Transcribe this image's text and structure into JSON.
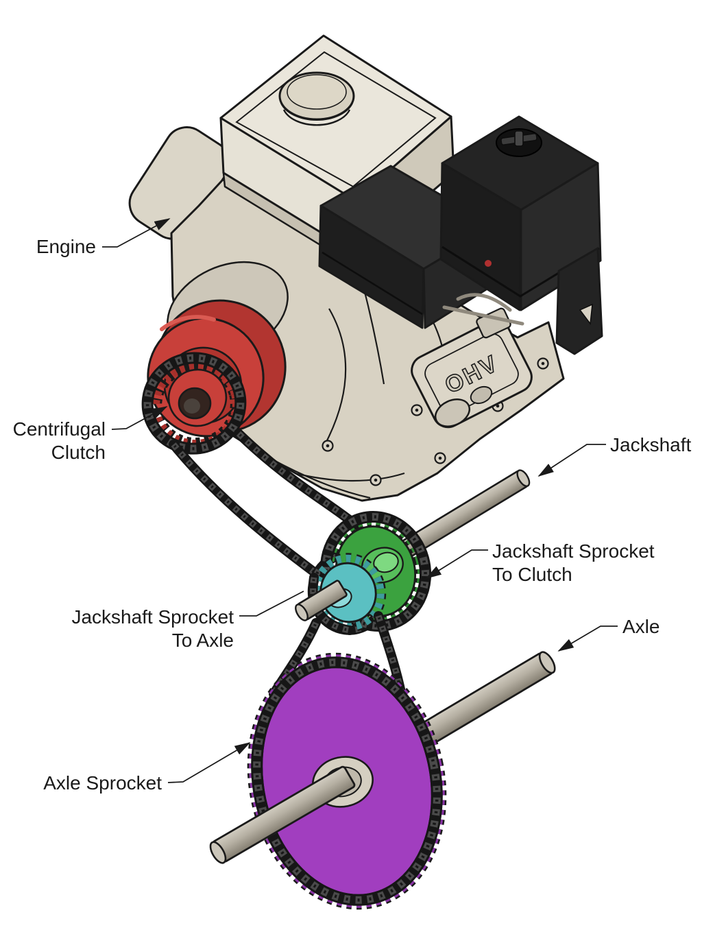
{
  "diagram": {
    "labels": {
      "engine": "Engine",
      "centrifugal_clutch_1": "Centrifugal",
      "centrifugal_clutch_2": "Clutch",
      "jackshaft": "Jackshaft",
      "js_to_clutch_1": "Jackshaft Sprocket",
      "js_to_clutch_2": "To Clutch",
      "js_to_axle_1": "Jackshaft Sprocket",
      "js_to_axle_2": "To Axle",
      "axle": "Axle",
      "axle_sprocket": "Axle Sprocket"
    },
    "engine_markings": {
      "valve_cover_text": "OHV"
    },
    "colors": {
      "background": "#FFFFFF",
      "outline": "#1A1A1A",
      "clutch_red": "#C8403A",
      "clutch_red_dark": "#B0342E",
      "jackshaft_sprocket_to_clutch_green": "#3BA23F",
      "jackshaft_sprocket_to_axle_cyan": "#5BC0C2",
      "axle_sprocket_purple": "#A13EBF",
      "chain_gray": "#474747",
      "shaft_gray": "#B9B3A6",
      "engine_tank_cream": "#E6E2D6",
      "engine_block_tan": "#D8D2C3",
      "engine_black_parts": "#242424"
    }
  }
}
